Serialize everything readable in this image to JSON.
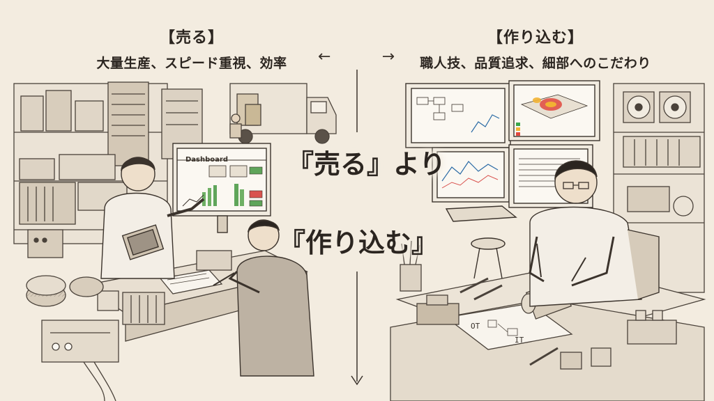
{
  "left": {
    "title": "【売る】",
    "subtitle": "大量生産、スピード重視、効率"
  },
  "right": {
    "title": "【作り込む】",
    "subtitle": "職人技、品質追求、細部へのこだわり"
  },
  "arrows": {
    "left_glyph": "←",
    "right_glyph": "→"
  },
  "main": {
    "line1": "『売る』より",
    "line2": "『作り込む』"
  },
  "screen": {
    "dashboard_label": "Dashboard"
  },
  "blueprint": {
    "ot": "OT",
    "it": "IT"
  }
}
